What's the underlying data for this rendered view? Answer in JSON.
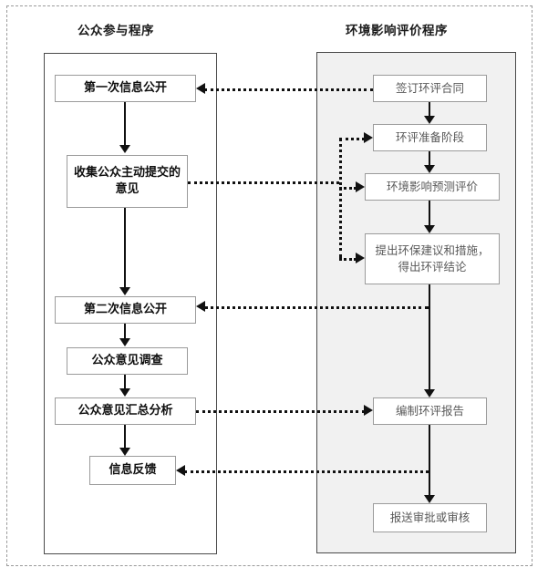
{
  "diagram": {
    "title_left": "公众参与程序",
    "title_right": "环境影响评价程序",
    "left_lane": {
      "name": "公众参与程序",
      "nodes": [
        {
          "id": "l1",
          "label": "第一次信息公开"
        },
        {
          "id": "l2",
          "label": "收集公众主动提交的意见"
        },
        {
          "id": "l3",
          "label": "第二次信息公开"
        },
        {
          "id": "l4",
          "label": "公众意见调查"
        },
        {
          "id": "l5",
          "label": "公众意见汇总分析"
        },
        {
          "id": "l6",
          "label": "信息反馈"
        }
      ]
    },
    "right_lane": {
      "name": "环境影响评价程序",
      "nodes": [
        {
          "id": "r1",
          "label": "签订环评合同"
        },
        {
          "id": "r2",
          "label": "环评准备阶段"
        },
        {
          "id": "r3",
          "label": "环境影响预测评价"
        },
        {
          "id": "r4",
          "label": "提出环保建议和措施，得出环评结论"
        },
        {
          "id": "r5",
          "label": "编制环评报告"
        },
        {
          "id": "r6",
          "label": "报送审批或审核"
        }
      ]
    },
    "flows_solid": [
      {
        "from": "l1",
        "to": "l2"
      },
      {
        "from": "l2",
        "to": "l3"
      },
      {
        "from": "l3",
        "to": "l4"
      },
      {
        "from": "l4",
        "to": "l5"
      },
      {
        "from": "l5",
        "to": "l6"
      },
      {
        "from": "r1",
        "to": "r2"
      },
      {
        "from": "r2",
        "to": "r3"
      },
      {
        "from": "r3",
        "to": "r4"
      },
      {
        "from": "r4",
        "to": "r5"
      },
      {
        "from": "r5",
        "to": "r6"
      }
    ],
    "flows_dotted": [
      {
        "from": "r1",
        "to": "l1",
        "direction": "right-to-left"
      },
      {
        "from": "l2",
        "to": "r2",
        "direction": "left-to-right"
      },
      {
        "from": "l2",
        "to": "r3",
        "direction": "left-to-right"
      },
      {
        "from": "l2",
        "to": "r4",
        "direction": "left-to-right"
      },
      {
        "from": "r4",
        "to": "l3",
        "direction": "right-to-left"
      },
      {
        "from": "l5",
        "to": "r5",
        "direction": "left-to-right"
      },
      {
        "from": "r5",
        "to": "l6",
        "direction": "right-to-left"
      }
    ],
    "colors": {
      "page_background": "#ffffff",
      "left_lane_fill": "#ffffff",
      "right_lane_fill": "#f1f1f1",
      "lane_border": "#4a4a4a",
      "node_border": "#9b9b9b",
      "left_text": "#0f0f0f",
      "right_text": "#5a5a5a",
      "connector": "#111111"
    }
  }
}
